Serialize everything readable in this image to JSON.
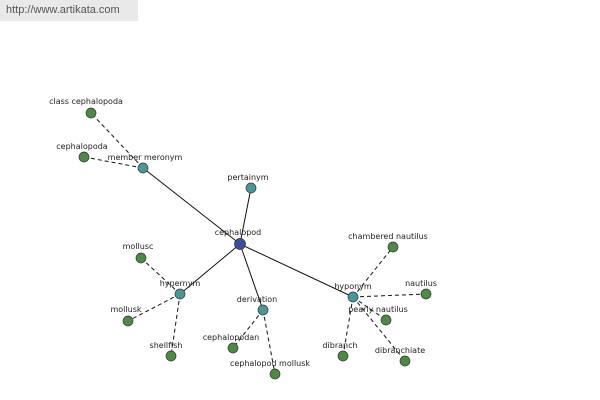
{
  "watermark": "http://www.artikata.com",
  "colors": {
    "root": "#3d4d9c",
    "relation": "#4a9797",
    "term": "#4e8a45"
  },
  "graph": {
    "nodes": [
      {
        "id": "class-cephalopoda",
        "label": "class cephalopoda",
        "kind": "term"
      },
      {
        "id": "cephalopoda",
        "label": "cephalopoda",
        "kind": "term"
      },
      {
        "id": "member-meronym",
        "label": "member meronym",
        "kind": "relation"
      },
      {
        "id": "pertainym",
        "label": "pertainym",
        "kind": "relation"
      },
      {
        "id": "cephalopod",
        "label": "cephalopod",
        "kind": "root"
      },
      {
        "id": "chambered-nautilus",
        "label": "chambered nautilus",
        "kind": "term"
      },
      {
        "id": "mollusc",
        "label": "mollusc",
        "kind": "term"
      },
      {
        "id": "hypernym",
        "label": "hypernym",
        "kind": "relation"
      },
      {
        "id": "hyponym",
        "label": "hyponym",
        "kind": "relation"
      },
      {
        "id": "nautilus",
        "label": "nautilus",
        "kind": "term"
      },
      {
        "id": "mollusk",
        "label": "mollusk",
        "kind": "term"
      },
      {
        "id": "derivation",
        "label": "derivation",
        "kind": "relation"
      },
      {
        "id": "pearly-nautilus",
        "label": "pearly nautilus",
        "kind": "term"
      },
      {
        "id": "cephalopodan",
        "label": "cephalopodan",
        "kind": "term"
      },
      {
        "id": "shellfish",
        "label": "shellfish",
        "kind": "term"
      },
      {
        "id": "dibranch",
        "label": "dibranch",
        "kind": "term"
      },
      {
        "id": "dibranchiate",
        "label": "dibranchiate",
        "kind": "term"
      },
      {
        "id": "cephalopod-mollusk",
        "label": "cephalopod mollusk",
        "kind": "term"
      }
    ],
    "edges": [
      {
        "from": "cephalopod",
        "to": "member-meronym",
        "style": "solid"
      },
      {
        "from": "cephalopod",
        "to": "pertainym",
        "style": "solid"
      },
      {
        "from": "cephalopod",
        "to": "hypernym",
        "style": "solid"
      },
      {
        "from": "cephalopod",
        "to": "derivation",
        "style": "solid"
      },
      {
        "from": "cephalopod",
        "to": "hyponym",
        "style": "solid"
      },
      {
        "from": "member-meronym",
        "to": "class-cephalopoda",
        "style": "dashed"
      },
      {
        "from": "member-meronym",
        "to": "cephalopoda",
        "style": "dashed"
      },
      {
        "from": "hypernym",
        "to": "mollusc",
        "style": "dashed"
      },
      {
        "from": "hypernym",
        "to": "mollusk",
        "style": "dashed"
      },
      {
        "from": "hypernym",
        "to": "shellfish",
        "style": "dashed"
      },
      {
        "from": "derivation",
        "to": "cephalopodan",
        "style": "dashed"
      },
      {
        "from": "derivation",
        "to": "cephalopod-mollusk",
        "style": "dashed"
      },
      {
        "from": "hyponym",
        "to": "chambered-nautilus",
        "style": "dashed"
      },
      {
        "from": "hyponym",
        "to": "nautilus",
        "style": "dashed"
      },
      {
        "from": "hyponym",
        "to": "pearly-nautilus",
        "style": "dashed"
      },
      {
        "from": "hyponym",
        "to": "dibranch",
        "style": "dashed"
      },
      {
        "from": "hyponym",
        "to": "dibranchiate",
        "style": "dashed"
      }
    ]
  }
}
